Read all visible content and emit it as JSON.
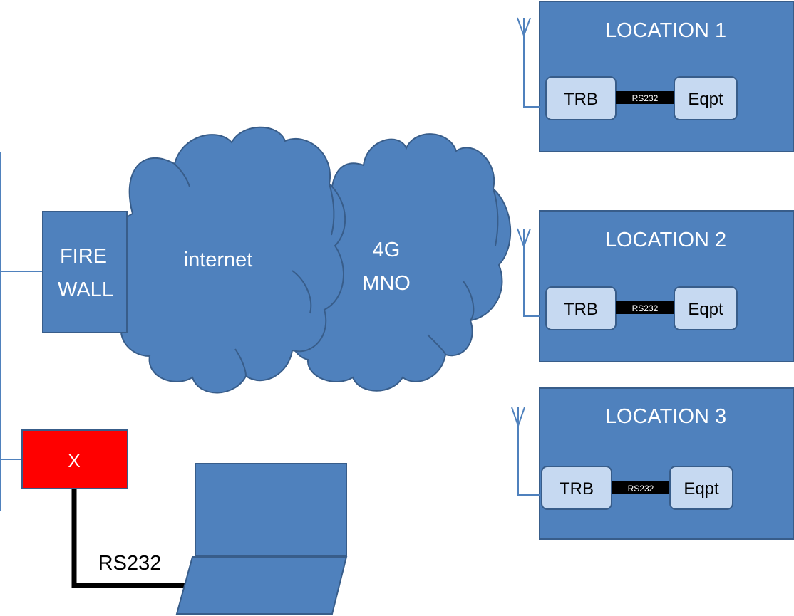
{
  "colors": {
    "box_fill": "#4f81bd",
    "box_stroke": "#385d8a",
    "device_fill": "#c6d9f1",
    "alarm_fill": "#ff0000",
    "cable": "#000000",
    "rs232_tag_fill": "#000000"
  },
  "firewall": {
    "line1": "FIRE",
    "line2": "WALL"
  },
  "clouds": {
    "internet": {
      "label": "internet"
    },
    "mno": {
      "line1": "4G",
      "line2": "MNO"
    }
  },
  "alarm_box": {
    "label": "X"
  },
  "serial_link": {
    "label": "RS232"
  },
  "laptop": {
    "icon": "laptop-icon"
  },
  "locations": [
    {
      "title": "LOCATION 1",
      "router": "TRB",
      "link": "RS232",
      "equipment": "Eqpt"
    },
    {
      "title": "LOCATION 2",
      "router": "TRB",
      "link": "RS232",
      "equipment": "Eqpt"
    },
    {
      "title": "LOCATION 3",
      "router": "TRB",
      "link": "RS232",
      "equipment": "Eqpt"
    }
  ]
}
